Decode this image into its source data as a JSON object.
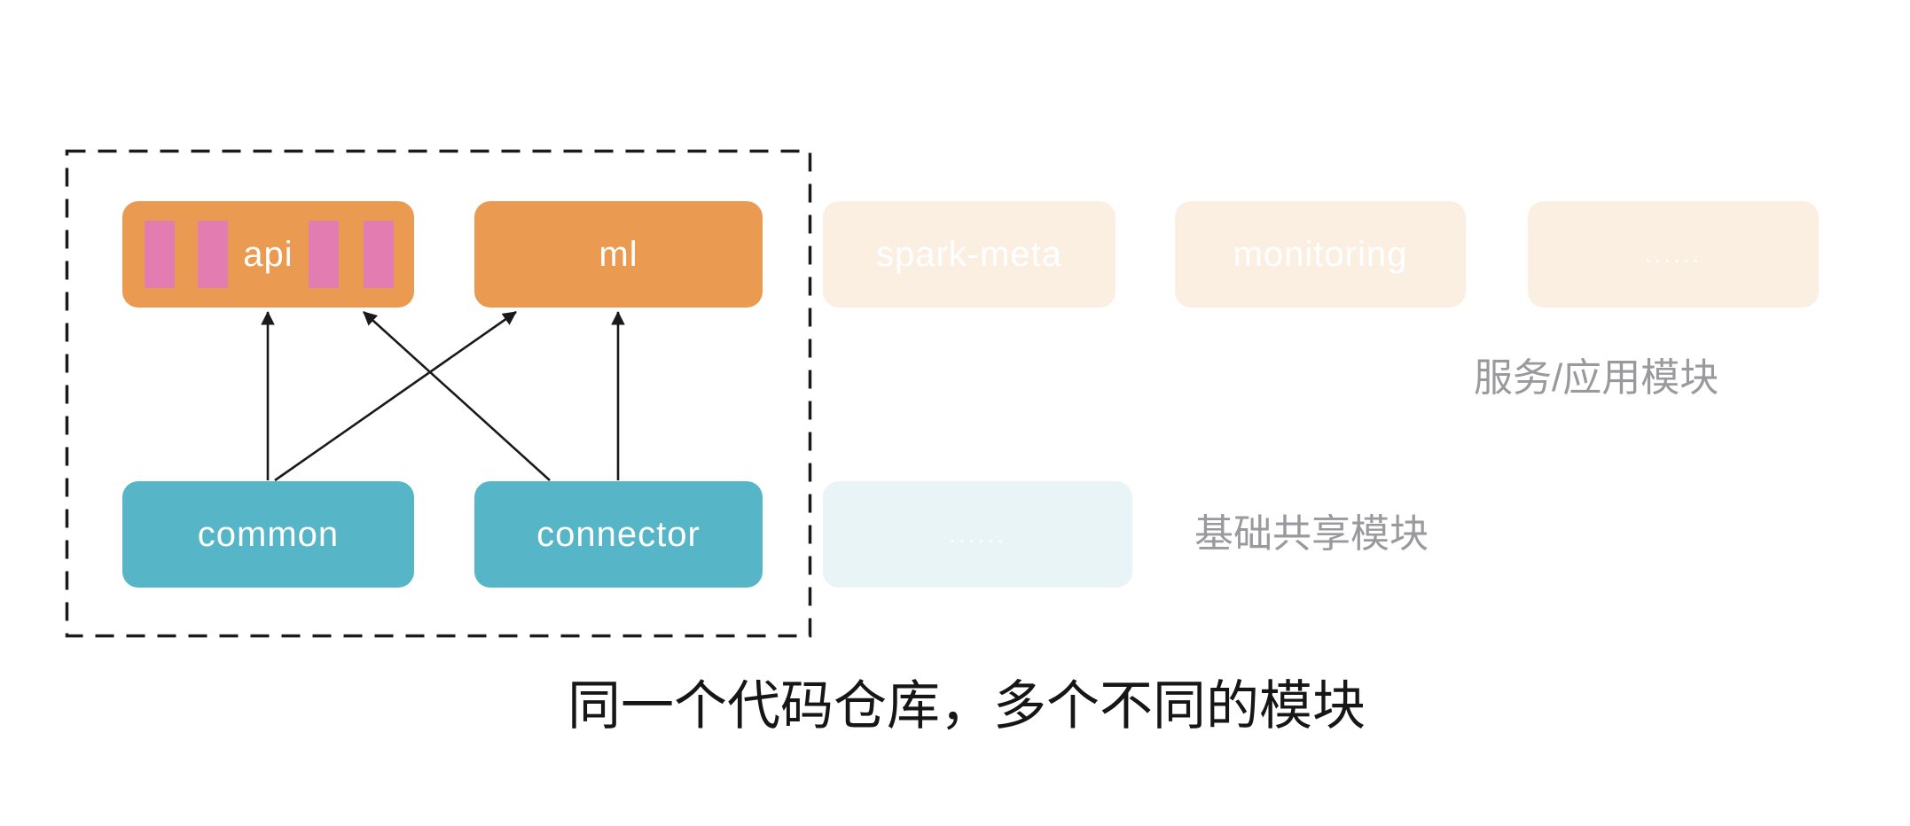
{
  "diagram": {
    "caption": "同一个代码仓库，多个不同的模块",
    "group_labels": {
      "top": "服务/应用模块",
      "bottom": "基础共享模块"
    },
    "top_modules": [
      {
        "label": "api",
        "state": "active"
      },
      {
        "label": "ml",
        "state": "active"
      },
      {
        "label": "spark-meta",
        "state": "faded"
      },
      {
        "label": "monitoring",
        "state": "faded"
      },
      {
        "label": "......",
        "state": "faded"
      }
    ],
    "bottom_modules": [
      {
        "label": "common",
        "state": "active"
      },
      {
        "label": "connector",
        "state": "active"
      },
      {
        "label": "......",
        "state": "faded"
      }
    ],
    "edges": [
      {
        "from": "common",
        "to": "api"
      },
      {
        "from": "common",
        "to": "ml"
      },
      {
        "from": "connector",
        "to": "api"
      },
      {
        "from": "connector",
        "to": "ml"
      }
    ],
    "colors": {
      "module_top_active": "#EB9B51",
      "module_bottom_active": "#56B6C7",
      "module_top_faded": "#FBEFE2",
      "module_bottom_faded": "#E9F4F7",
      "stripe_pink": "#E37DB1",
      "row_label_gray": "#9A9A9E",
      "caption_black": "#161616",
      "arrow_black": "#1A1A1A"
    }
  }
}
